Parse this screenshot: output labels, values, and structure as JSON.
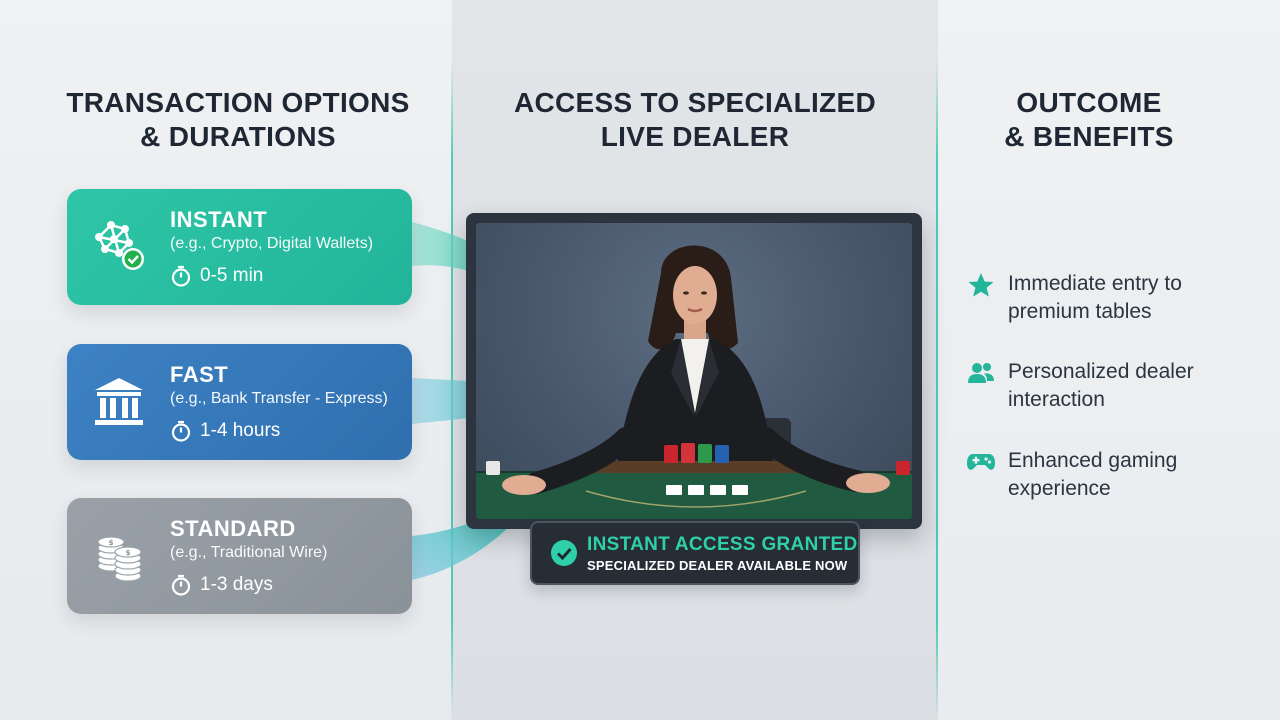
{
  "columns": {
    "left_title": "TRANSACTION OPTIONS\n& DURATIONS",
    "mid_title": "ACCESS TO SPECIALIZED\nLIVE DEALER",
    "right_title": "OUTCOME\n& BENEFITS"
  },
  "options": [
    {
      "title": "INSTANT",
      "subtitle": "(e.g., Crypto, Digital Wallets)",
      "duration": "0-5 min",
      "icon": "network-check-icon",
      "color": "#29c1a3"
    },
    {
      "title": "FAST",
      "subtitle": "(e.g., Bank Transfer - Express)",
      "duration": "1-4 hours",
      "icon": "bank-icon",
      "color": "#3778b9"
    },
    {
      "title": "STANDARD",
      "subtitle": "(e.g., Traditional Wire)",
      "duration": "1-3 days",
      "icon": "coins-icon",
      "color": "#959ca3"
    }
  ],
  "status": {
    "title": "INSTANT ACCESS GRANTED",
    "subtitle": "SPECIALIZED DEALER AVAILABLE NOW",
    "accent": "#2fd0a9"
  },
  "benefits": [
    {
      "text": "Immediate entry to\npremium tables",
      "icon": "star-icon"
    },
    {
      "text": "Personalized dealer\ninteraction",
      "icon": "users-icon"
    },
    {
      "text": "Enhanced gaming\nexperience",
      "icon": "gamepad-icon"
    }
  ],
  "colors": {
    "accent": "#2cc4a8",
    "text": "#1e2733"
  }
}
